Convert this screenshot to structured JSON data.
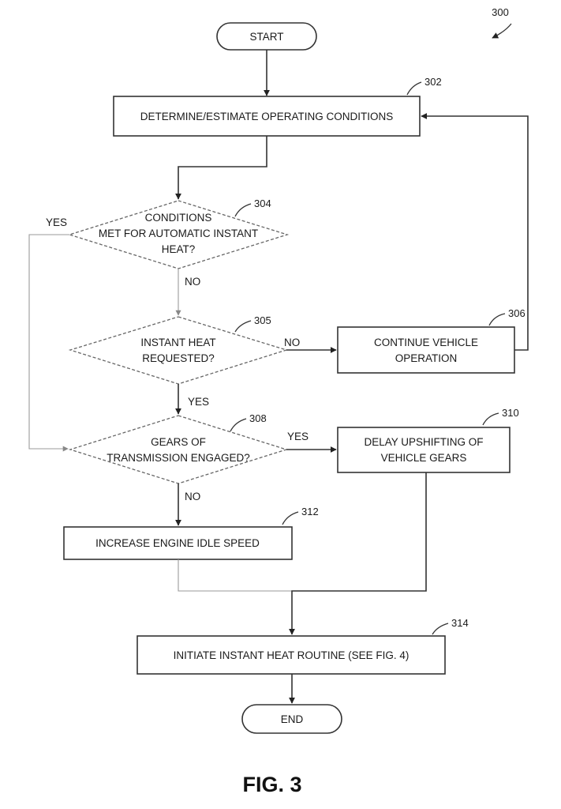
{
  "figure_label": "FIG. 3",
  "figure_ref": "300",
  "nodes": {
    "start": {
      "label": "START"
    },
    "n302": {
      "ref": "302",
      "label": "DETERMINE/ESTIMATE OPERATING CONDITIONS"
    },
    "n304": {
      "ref": "304",
      "lines": [
        "CONDITIONS",
        "MET FOR AUTOMATIC INSTANT",
        "HEAT?"
      ]
    },
    "n305": {
      "ref": "305",
      "lines": [
        "INSTANT HEAT",
        "REQUESTED?"
      ]
    },
    "n306": {
      "ref": "306",
      "lines": [
        "CONTINUE VEHICLE",
        "OPERATION"
      ]
    },
    "n308": {
      "ref": "308",
      "lines": [
        "GEARS OF",
        "TRANSMISSION ENGAGED?"
      ]
    },
    "n310": {
      "ref": "310",
      "lines": [
        "DELAY UPSHIFTING OF",
        "VEHICLE GEARS"
      ]
    },
    "n312": {
      "ref": "312",
      "label": "INCREASE ENGINE IDLE SPEED"
    },
    "n314": {
      "ref": "314",
      "label": "INITIATE INSTANT HEAT ROUTINE (SEE FIG. 4)"
    },
    "end": {
      "label": "END"
    }
  },
  "edge_labels": {
    "n304_yes": "YES",
    "n304_no": "NO",
    "n305_no": "NO",
    "n305_yes": "YES",
    "n308_yes": "YES",
    "n308_no": "NO"
  }
}
